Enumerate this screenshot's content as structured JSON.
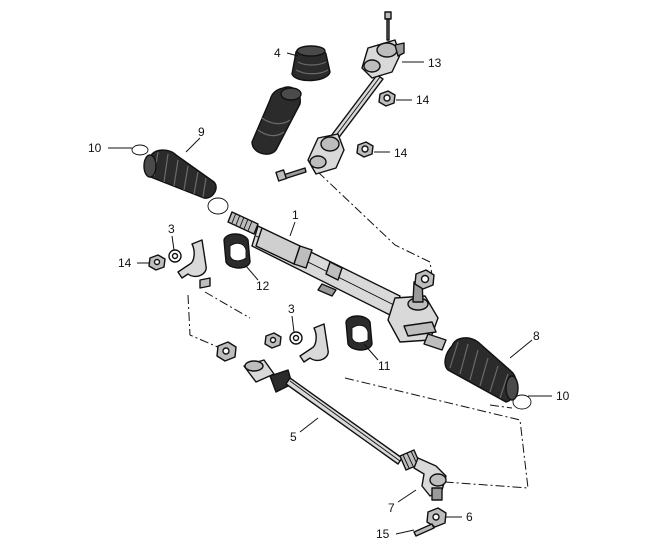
{
  "diagram": {
    "colors": {
      "ink": "#111111",
      "metal": "#d9d9d9",
      "metal_dark": "#9a9a9a",
      "rubber": "#2b2b2b",
      "rubber_light": "#6a6a6a"
    },
    "callouts": [
      {
        "id": "1",
        "label": "1"
      },
      {
        "id": "3a",
        "label": "3"
      },
      {
        "id": "3b",
        "label": "3"
      },
      {
        "id": "4",
        "label": "4"
      },
      {
        "id": "5",
        "label": "5"
      },
      {
        "id": "6",
        "label": "6"
      },
      {
        "id": "7",
        "label": "7"
      },
      {
        "id": "8",
        "label": "8"
      },
      {
        "id": "9",
        "label": "9"
      },
      {
        "id": "10a",
        "label": "10"
      },
      {
        "id": "10b",
        "label": "10"
      },
      {
        "id": "11",
        "label": "11"
      },
      {
        "id": "12",
        "label": "12"
      },
      {
        "id": "13",
        "label": "13"
      },
      {
        "id": "14a",
        "label": "14"
      },
      {
        "id": "14b",
        "label": "14"
      },
      {
        "id": "14c",
        "label": "14"
      },
      {
        "id": "15",
        "label": "15"
      }
    ]
  }
}
